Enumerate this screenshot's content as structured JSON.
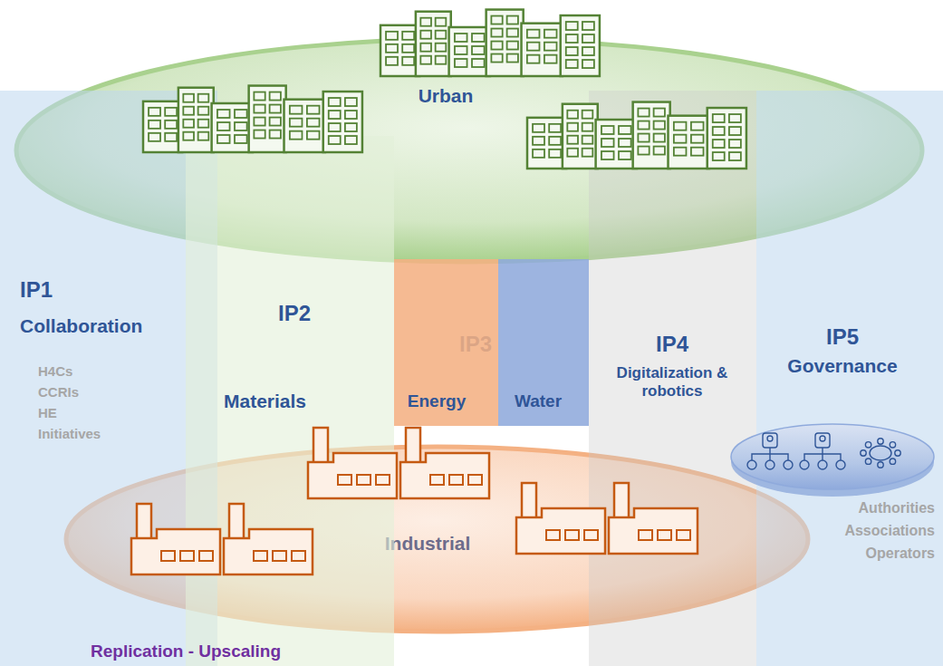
{
  "diagram": {
    "nodes": [
      {
        "text": [
          "Urban"
        ]
      },
      {
        "text": [
          "IP1",
          "Collaboration",
          "H4Cs CCRIs HE Initiatives"
        ]
      },
      {
        "text": [
          "IP2",
          "Materials"
        ]
      },
      {
        "text": [
          "IP3"
        ]
      },
      {
        "text": [
          "Energy"
        ],
        "in": 3
      },
      {
        "text": [
          "Water"
        ],
        "in": 3
      },
      {
        "text": [
          "IP4",
          "Digitalization & robotics"
        ]
      },
      {
        "text": [
          "IP5",
          "Governance"
        ]
      },
      {
        "text": [
          "Authorities Associations Operators"
        ],
        "in": 7
      },
      {
        "text": [
          "Industrial"
        ]
      }
    ],
    "labels": [
      "Replication - Upscaling"
    ]
  }
}
